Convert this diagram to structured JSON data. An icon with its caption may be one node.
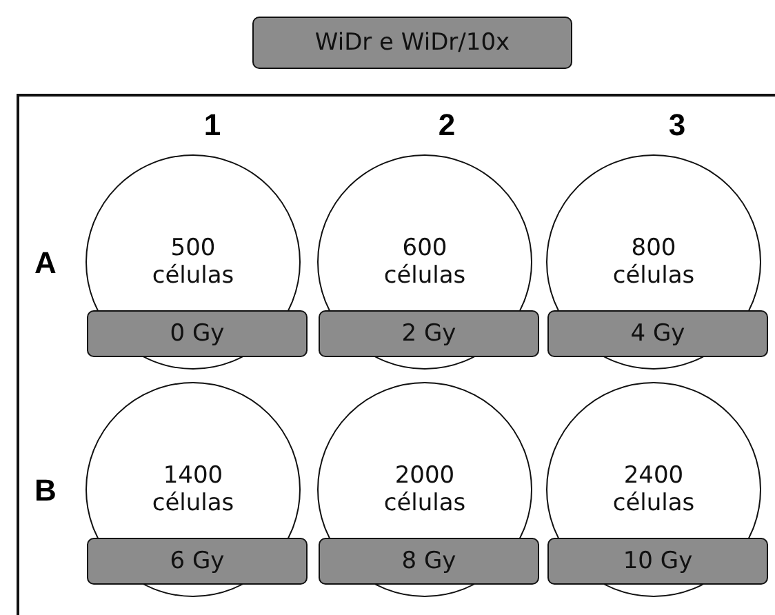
{
  "diagram": {
    "nodes": [
      {
        "text": [
          "WiDr e WiDr/10x"
        ]
      },
      {
        "text": [],
        "shape": "box"
      },
      {
        "text": [
          "500 células"
        ],
        "in": 1
      },
      {
        "text": [
          "0 Gy"
        ],
        "in": 2
      },
      {
        "text": [
          "600 células"
        ],
        "in": 1
      },
      {
        "text": [
          "2 Gy"
        ],
        "in": 4
      },
      {
        "text": [
          "800 células"
        ],
        "in": 1
      },
      {
        "text": [
          "4 Gy"
        ],
        "in": 6
      },
      {
        "text": [
          "1400 células"
        ],
        "in": 1
      },
      {
        "text": [
          "6 Gy"
        ],
        "in": 8
      },
      {
        "text": [
          "2000 células"
        ],
        "in": 1
      },
      {
        "text": [
          "8 Gy"
        ],
        "in": 10
      },
      {
        "text": [
          "2400 células"
        ],
        "in": 1
      },
      {
        "text": [
          "10 Gy"
        ],
        "in": 12
      }
    ],
    "edges": [],
    "labels": [
      "1",
      "2",
      "3",
      "A",
      "B"
    ]
  }
}
